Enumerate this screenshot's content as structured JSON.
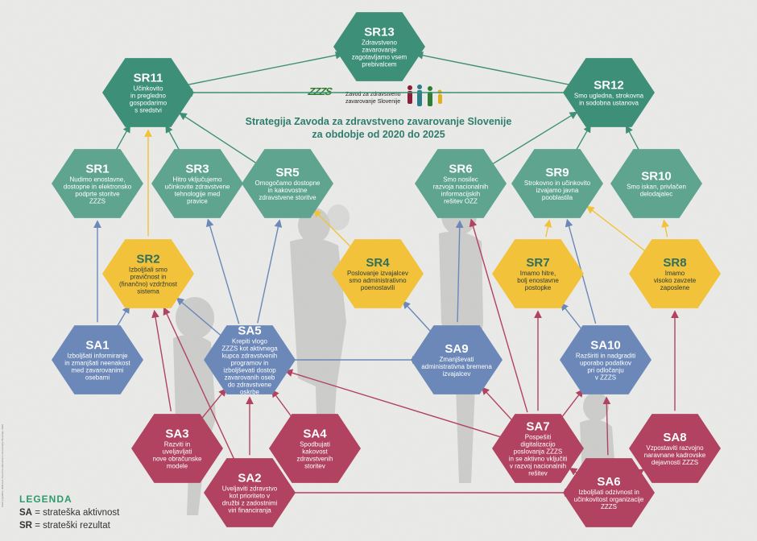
{
  "title_line1": "Strategija Zavoda za zdravstveno zavarovanje Slovenije",
  "title_line2": "za obdobje od 2020 do 2025",
  "logo": {
    "mark": "ZZZS",
    "text_line1": "Zavod za zdravstveno",
    "text_line2": "zavarovanje Slovenije"
  },
  "legend": {
    "title": "LEGENDA",
    "sa_code": "SA",
    "sa_text": "= strateška aktivnost",
    "sr_code": "SR",
    "sr_text": "= strateški rezultat"
  },
  "side_note": "Izdal in grafično oblikoval: Zavod za zdravstveno zavarovanje Slovenije, 2020",
  "colors": {
    "teal": "#3e8f77",
    "teal_light": "#5ea48f",
    "yellow": "#f2c23a",
    "blue": "#6b88b8",
    "red": "#b14360",
    "title": "#2f7d6b"
  },
  "nodes": [
    {
      "id": "SR13",
      "color": "teal_dark",
      "lines": [
        "Zdravstveno",
        "zavarovanje",
        "zagotavljamo vsem",
        "prebivalcem"
      ]
    },
    {
      "id": "SR11",
      "color": "teal_dark",
      "lines": [
        "Učinkovito",
        "in pregledno",
        "gospodarimo",
        "s sredstvi"
      ]
    },
    {
      "id": "SR12",
      "color": "teal_dark",
      "lines": [
        "Smo ugledna, strokovna",
        "in sodobna ustanova"
      ]
    },
    {
      "id": "SR1",
      "color": "teal_light",
      "lines": [
        "Nudimo enostavne,",
        "dostopne in elektronsko",
        "podprte storitve",
        "ZZZS"
      ]
    },
    {
      "id": "SR3",
      "color": "teal_light",
      "lines": [
        "Hitro vključujemo",
        "učinkovite zdravstvene",
        "tehnologije med",
        "pravice"
      ]
    },
    {
      "id": "SR5",
      "color": "teal_light",
      "lines": [
        "Omogočamo dostopne",
        "in kakovostne",
        "zdravstvene storitve"
      ]
    },
    {
      "id": "SR6",
      "color": "teal_light",
      "lines": [
        "Smo nosilec",
        "razvoja nacionalnih",
        "informacijskih",
        "rešitev OZZ"
      ]
    },
    {
      "id": "SR9",
      "color": "teal_light",
      "lines": [
        "Strokovno in učinkovito",
        "izvajamo javna",
        "pooblastila"
      ]
    },
    {
      "id": "SR10",
      "color": "teal_light",
      "lines": [
        "Smo iskan, privlačen",
        "delodajalec"
      ]
    },
    {
      "id": "SR2",
      "color": "yellow",
      "lines": [
        "Izboljšali smo",
        "pravičnost in",
        "(finančno) vzdržnost",
        "sistema"
      ]
    },
    {
      "id": "SR4",
      "color": "yellow",
      "lines": [
        "Poslovanje izvajalcev",
        "smo administrativno",
        "poenostavili"
      ]
    },
    {
      "id": "SR7",
      "color": "yellow",
      "lines": [
        "Imamo hitre,",
        "bolj enostavne",
        "postopke"
      ]
    },
    {
      "id": "SR8",
      "color": "yellow",
      "lines": [
        "Imamo",
        "visoko zavzete",
        "zaposlene"
      ]
    },
    {
      "id": "SA1",
      "color": "blue",
      "lines": [
        "Izboljšati informiranje",
        "in zmanjšati neenakost",
        "med zavarovanimi",
        "osebami"
      ]
    },
    {
      "id": "SA5",
      "color": "blue",
      "lines": [
        "Krepiti vlogo",
        "ZZZS kot  aktivnega",
        "kupca zdravstvenih",
        "programov  in",
        "izboljševati dostop",
        "zavarovanih oseb",
        "do zdravstvene",
        "oskrbe"
      ]
    },
    {
      "id": "SA9",
      "color": "blue",
      "lines": [
        "Zmanjševati",
        "administrativna bremena",
        "izvajalcev"
      ]
    },
    {
      "id": "SA10",
      "color": "blue",
      "lines": [
        "Razširiti in nadgraditi",
        "uporabo podatkov",
        "pri odločanju",
        "v ZZZS"
      ]
    },
    {
      "id": "SA3",
      "color": "red",
      "lines": [
        "Razviti in",
        "uveljavljati",
        "nove obračunske",
        "modele"
      ]
    },
    {
      "id": "SA4",
      "color": "red",
      "lines": [
        "Spodbujati",
        "kakovost",
        "zdravstvenih",
        "storitev"
      ]
    },
    {
      "id": "SA2",
      "color": "red",
      "lines": [
        "Uveljaviti zdravstvo",
        "kot prioriteto v",
        "družbi z zadostnimi",
        "viri financiranja"
      ]
    },
    {
      "id": "SA7",
      "color": "red",
      "lines": [
        "Pospešiti",
        "digitalizacijo",
        "poslovanja ZZZS",
        "in se aktivno vključiti",
        "v razvoj nacionalnih",
        "rešitev"
      ]
    },
    {
      "id": "SA6",
      "color": "red",
      "lines": [
        "Izboljšati odzivnost in",
        "učinkovitost organizacije",
        "ZZZS"
      ]
    },
    {
      "id": "SA8",
      "color": "red",
      "lines": [
        "Vzpostaviti razvojno",
        "naravnane kadrovske",
        "dejavnosti ZZZS"
      ]
    }
  ],
  "edges": [
    {
      "from": "SR11",
      "to": "SR13",
      "color": "teal"
    },
    {
      "from": "SR12",
      "to": "SR13",
      "color": "teal"
    },
    {
      "from": "SR12",
      "to": "SR11",
      "color": "teal"
    },
    {
      "from": "SR1",
      "to": "SR11",
      "color": "teal"
    },
    {
      "from": "SR3",
      "to": "SR11",
      "color": "teal"
    },
    {
      "from": "SR5",
      "to": "SR11",
      "color": "teal"
    },
    {
      "from": "SR6",
      "to": "SR12",
      "color": "teal"
    },
    {
      "from": "SR9",
      "to": "SR12",
      "color": "teal"
    },
    {
      "from": "SR10",
      "to": "SR12",
      "color": "teal"
    },
    {
      "from": "SR2",
      "to": "SR11",
      "color": "yellow"
    },
    {
      "from": "SR4",
      "to": "SR5",
      "color": "yellow"
    },
    {
      "from": "SR7",
      "to": "SR9",
      "color": "yellow"
    },
    {
      "from": "SR8",
      "to": "SR9",
      "color": "yellow"
    },
    {
      "from": "SR8",
      "to": "SR10",
      "color": "yellow"
    },
    {
      "from": "SA1",
      "to": "SR1",
      "color": "blue"
    },
    {
      "from": "SA1",
      "to": "SR2",
      "color": "blue"
    },
    {
      "from": "SA5",
      "to": "SR2",
      "color": "blue"
    },
    {
      "from": "SA5",
      "to": "SR3",
      "color": "blue"
    },
    {
      "from": "SA5",
      "to": "SR5",
      "color": "blue"
    },
    {
      "from": "SA5",
      "to": "SA9",
      "color": "blue"
    },
    {
      "from": "SA9",
      "to": "SR4",
      "color": "blue"
    },
    {
      "from": "SA9",
      "to": "SR6",
      "color": "blue"
    },
    {
      "from": "SA10",
      "to": "SR9",
      "color": "blue"
    },
    {
      "from": "SA10",
      "to": "SR7",
      "color": "blue"
    },
    {
      "from": "SA3",
      "to": "SA5",
      "color": "red"
    },
    {
      "from": "SA4",
      "to": "SA5",
      "color": "red"
    },
    {
      "from": "SA2",
      "to": "SA5",
      "color": "red"
    },
    {
      "from": "SA2",
      "to": "SR2",
      "color": "red"
    },
    {
      "from": "SA2",
      "to": "SA6",
      "color": "red"
    },
    {
      "from": "SA3",
      "to": "SR2",
      "color": "red"
    },
    {
      "from": "SA7",
      "to": "SA5",
      "color": "red"
    },
    {
      "from": "SA7",
      "to": "SR6",
      "color": "red"
    },
    {
      "from": "SA7",
      "to": "SR7",
      "color": "red"
    },
    {
      "from": "SA7",
      "to": "SA10",
      "color": "red"
    },
    {
      "from": "SA7",
      "to": "SA9",
      "color": "red"
    },
    {
      "from": "SA6",
      "to": "SA7",
      "color": "red"
    },
    {
      "from": "SA6",
      "to": "SA10",
      "color": "red"
    },
    {
      "from": "SA6",
      "to": "SA8",
      "color": "red"
    },
    {
      "from": "SA8",
      "to": "SR8",
      "color": "red"
    }
  ]
}
